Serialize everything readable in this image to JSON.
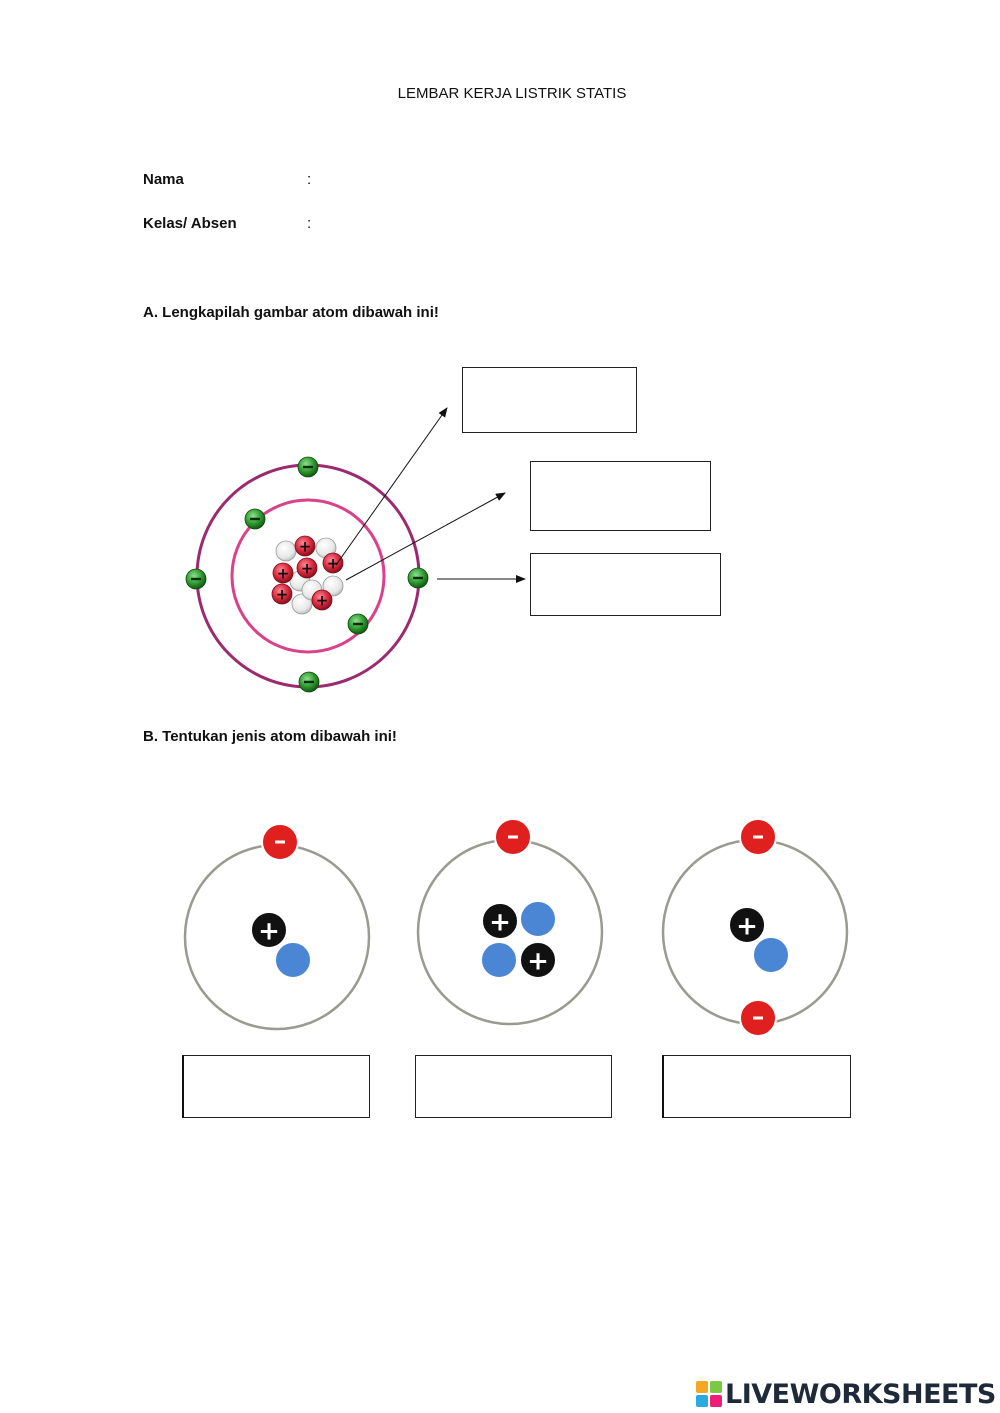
{
  "worksheet": {
    "title": "LEMBAR KERJA LISTRIK STATIS",
    "fields": [
      {
        "label": "Nama",
        "separator": ":"
      },
      {
        "label": "Kelas/ Absen",
        "separator": ":"
      }
    ]
  },
  "section_a": {
    "heading": "A. Lengkapilah gambar atom dibawah ini!",
    "nucleus_particles": [
      {
        "type": "proton",
        "sign": "+"
      },
      {
        "type": "proton",
        "sign": "+"
      },
      {
        "type": "proton",
        "sign": "+"
      },
      {
        "type": "proton",
        "sign": "+"
      },
      {
        "type": "proton",
        "sign": "+"
      },
      {
        "type": "proton",
        "sign": "+"
      },
      {
        "type": "neutron",
        "sign": ""
      },
      {
        "type": "neutron",
        "sign": ""
      },
      {
        "type": "neutron",
        "sign": ""
      },
      {
        "type": "neutron",
        "sign": ""
      },
      {
        "type": "neutron",
        "sign": ""
      },
      {
        "type": "neutron",
        "sign": ""
      }
    ],
    "electron_sign": "−",
    "answer_boxes": [
      "",
      "",
      ""
    ]
  },
  "section_b": {
    "heading": "B.  Tentukan jenis atom dibawah ini!",
    "atoms": [
      {
        "protons": 1,
        "neutrons": 1,
        "electrons": 1,
        "answer": ""
      },
      {
        "protons": 2,
        "neutrons": 2,
        "electrons": 1,
        "answer": ""
      },
      {
        "protons": 1,
        "neutrons": 1,
        "electrons": 2,
        "answer": ""
      }
    ],
    "proton_sign": "+",
    "electron_sign": "−"
  },
  "footer": {
    "brand": "LIVEWORKSHEETS"
  },
  "colors": {
    "outer_orbit": "#9c2a6f",
    "inner_orbit": "#d9418a",
    "electron_green": "#2e9a2e",
    "proton_red": "#d8283c",
    "neutron_white": "#f2f2f2",
    "b_electron": "#e0201e",
    "b_proton": "#111111",
    "b_neutron": "#4a86d4",
    "b_orbit": "#9a9a90"
  }
}
